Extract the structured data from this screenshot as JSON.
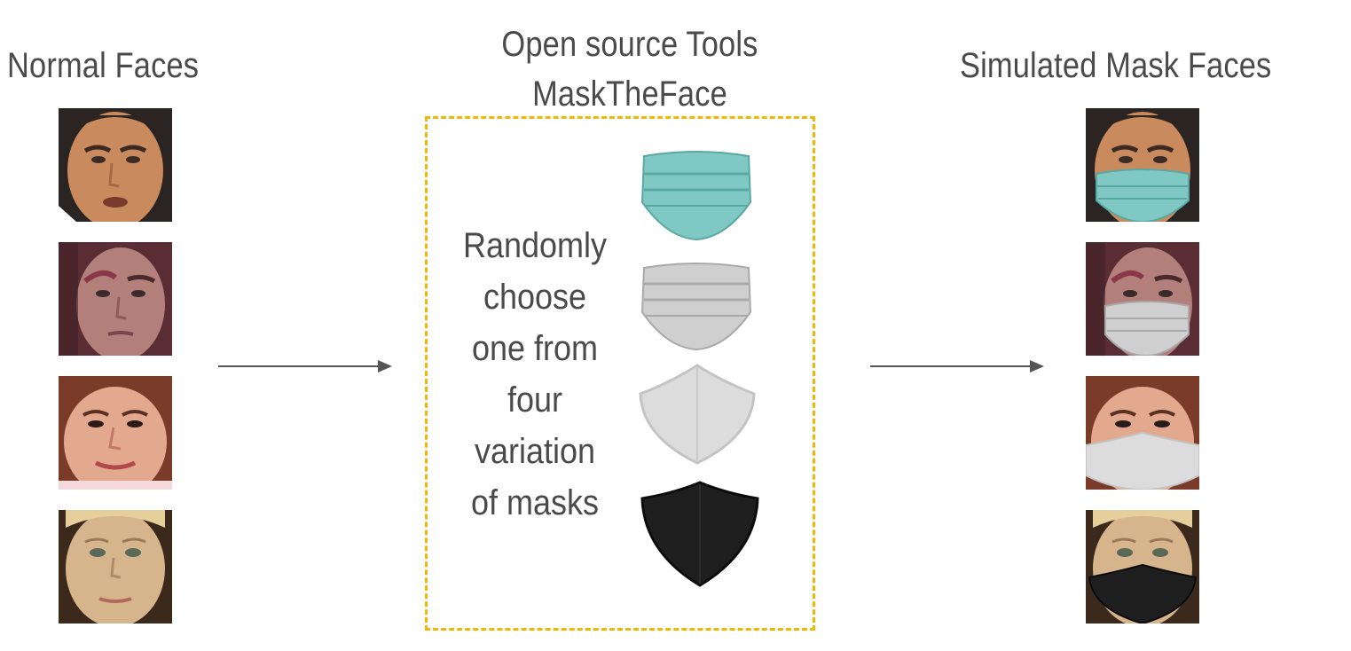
{
  "headings": {
    "left": "Normal Faces",
    "middle_line1": "Open source Tools",
    "middle_line2": "MaskTheFace",
    "right": "Simulated Mask Faces"
  },
  "center_text": [
    "Randomly",
    "choose",
    "one from",
    "four",
    "variation",
    "of masks"
  ],
  "mask_colors": {
    "surgical_teal": "#7fc8c4",
    "surgical_gray": "#c9c9c9",
    "cloth_white": "#dcdcdc",
    "cloth_black": "#1e1e1e"
  },
  "border_color": "#f2b705",
  "arrow_color": "#555555"
}
